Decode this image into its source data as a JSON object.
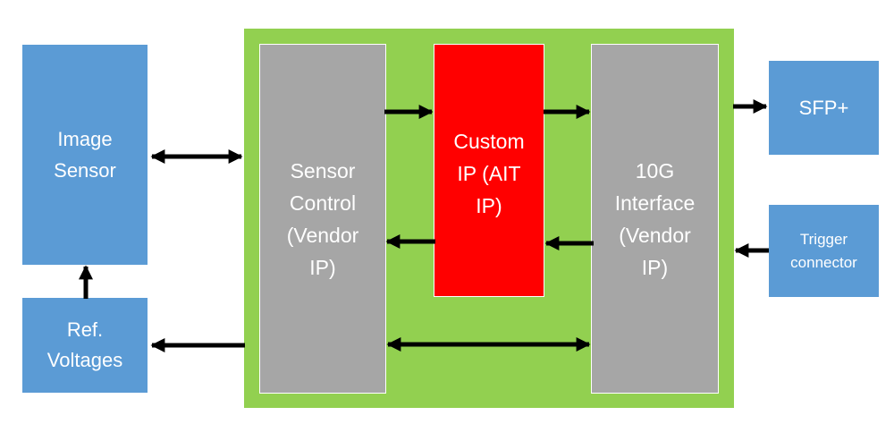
{
  "blocks": {
    "image_sensor": "Image\nSensor",
    "ref_voltages": "Ref.\nVoltages",
    "sensor_control": "Sensor\nControl\n(Vendor\nIP)",
    "custom_ip": "Custom\nIP (AIT\nIP)",
    "interface_10g": "10G\nInterface\n(Vendor\nIP)",
    "sfp": "SFP+",
    "trigger": "Trigger\nconnector"
  },
  "colors": {
    "fpga_board": "#92d050",
    "external_block": "#5b9bd5",
    "vendor_ip": "#a6a6a6",
    "custom_ip": "#ff0000",
    "arrow": "#000000",
    "text": "#ffffff"
  }
}
